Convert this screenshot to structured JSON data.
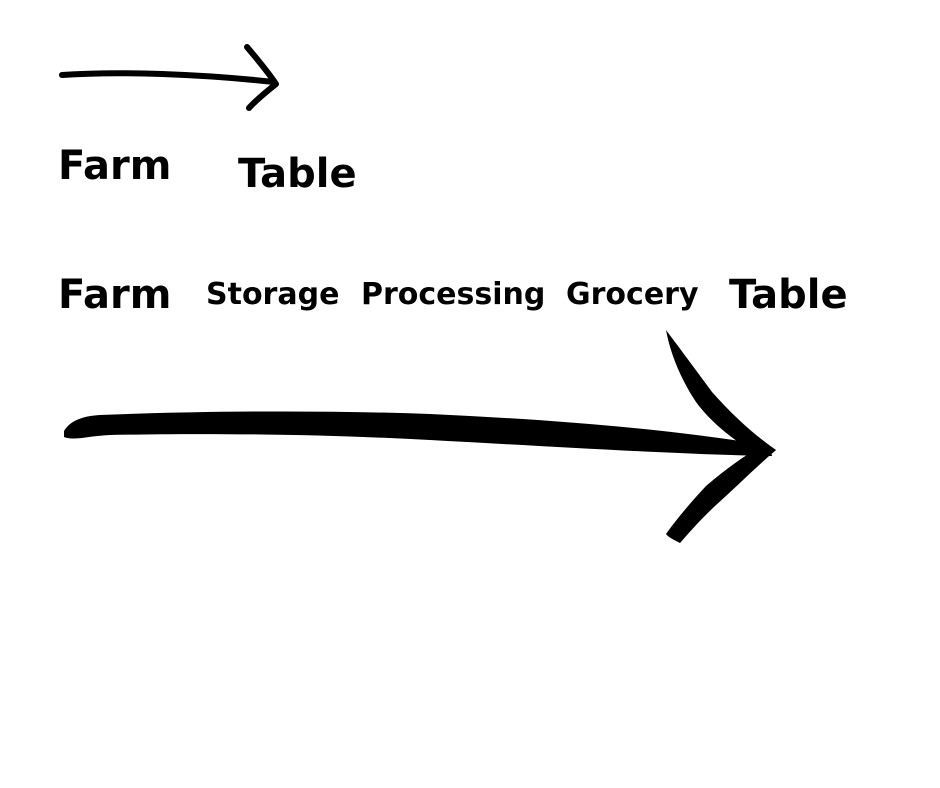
{
  "diagram": {
    "short_path": {
      "start_label": "Farm",
      "end_label": "Table"
    },
    "long_path": {
      "start_label": "Farm",
      "steps": [
        "Storage",
        "Processing",
        "Grocery"
      ],
      "end_label": "Table"
    },
    "colors": {
      "ink": "#000000",
      "background": "#ffffff"
    }
  }
}
